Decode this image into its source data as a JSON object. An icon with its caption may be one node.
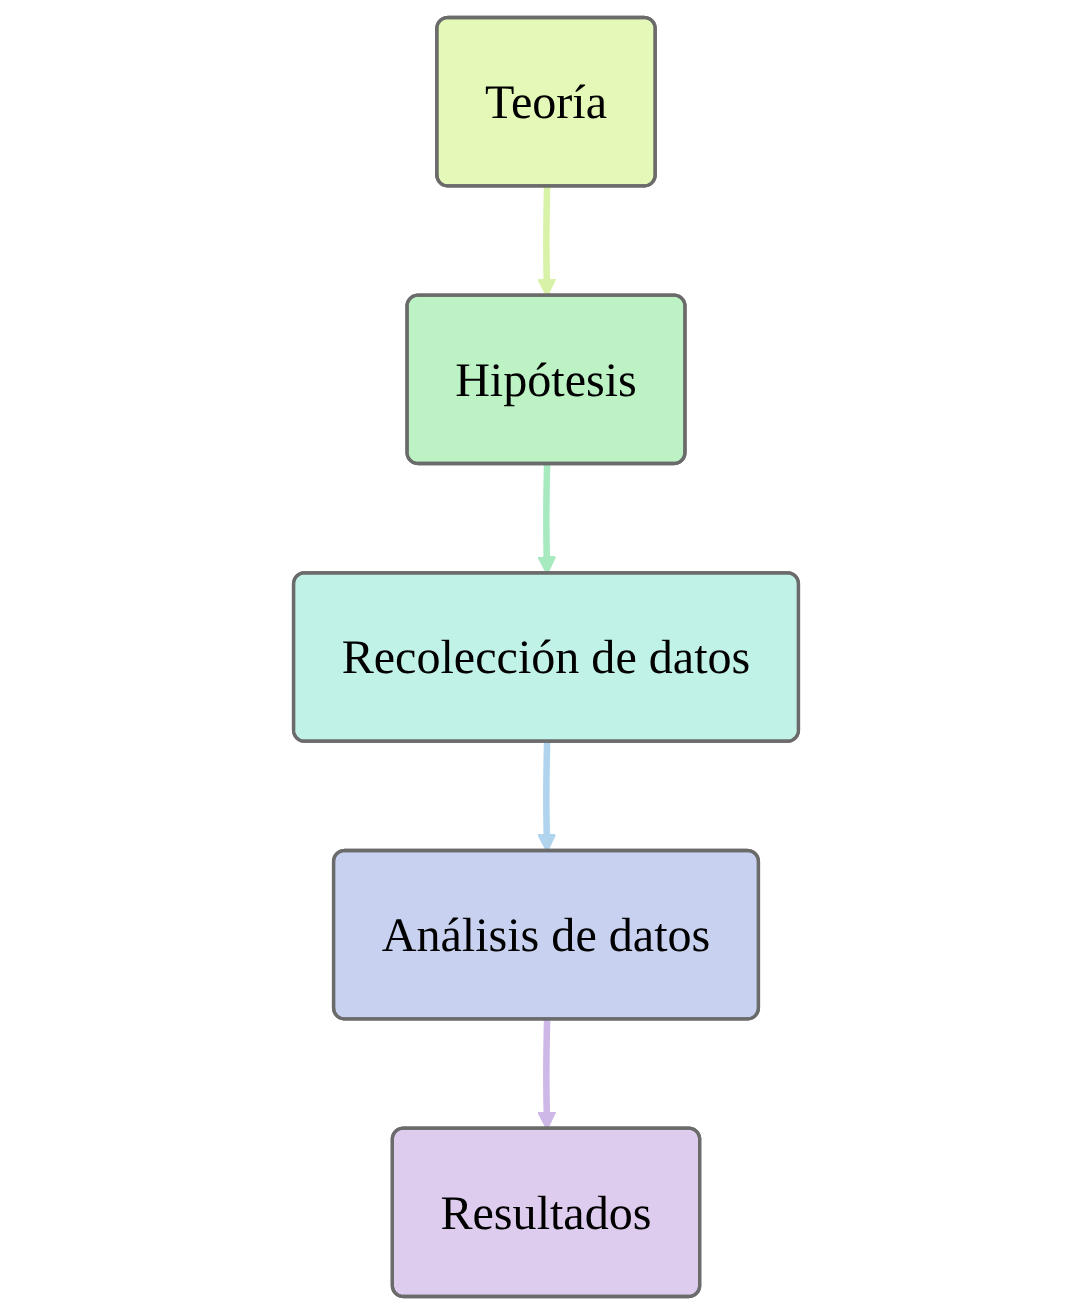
{
  "diagram": {
    "nodes": [
      {
        "text": [
          "Teoría"
        ]
      },
      {
        "text": [
          "Hipótesis"
        ]
      },
      {
        "text": [
          "Recolección de datos"
        ]
      },
      {
        "text": [
          "Análisis de datos"
        ]
      },
      {
        "text": [
          "Resultados"
        ]
      }
    ],
    "edges": [
      {
        "from": 0,
        "to": 1,
        "arrow": "to",
        "color": "#d8f2a8"
      },
      {
        "from": 1,
        "to": 2,
        "arrow": "to",
        "color": "#a8eac0"
      },
      {
        "from": 2,
        "to": 3,
        "arrow": "to",
        "color": "#b0d4ee"
      },
      {
        "from": 3,
        "to": 4,
        "arrow": "to",
        "color": "#cdb8e8"
      }
    ]
  }
}
